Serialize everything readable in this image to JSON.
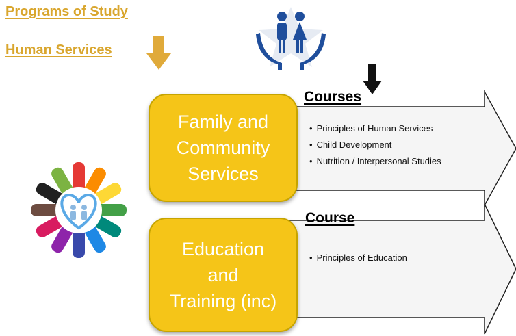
{
  "header": {
    "programs": "Programs of Study",
    "cluster": "Human Services"
  },
  "icons": {
    "gold_arrow": "down-arrow-icon",
    "black_arrow": "down-arrow-icon",
    "people": "people-in-hands-icon",
    "hands": "hands-heart-family-icon"
  },
  "colors": {
    "header_text": "#d9a62e",
    "box_fill": "#f5c518",
    "people_icon": "#1f4e9c"
  },
  "pathways": [
    {
      "title": "Family and\nCommunity\nServices",
      "section_heading": "Courses",
      "courses": [
        "Principles of Human Services",
        "Child Development",
        "Nutrition / Interpersonal Studies"
      ]
    },
    {
      "title": "Education\nand\nTraining (inc)",
      "section_heading": "Course",
      "courses": [
        "Principles of Education"
      ]
    }
  ]
}
